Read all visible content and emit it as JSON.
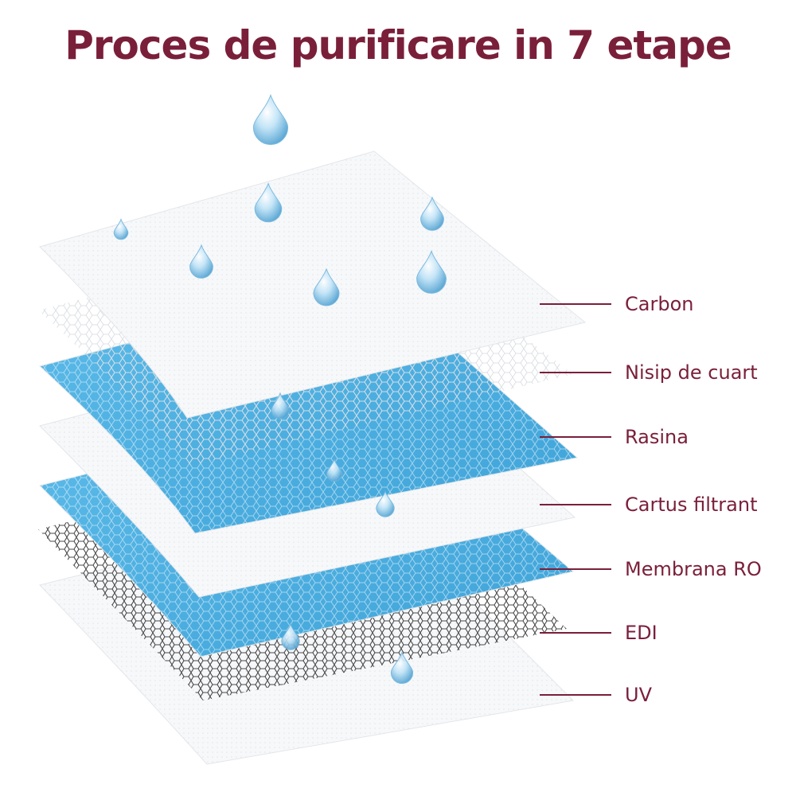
{
  "title": "Proces de purificare in 7 etape",
  "colors": {
    "accent": "#7a1f3a",
    "blue": "#4fb0e2",
    "white_layer": "#f7f8fa",
    "mesh": "#2b2b2b"
  },
  "layers": [
    {
      "label": "Carbon",
      "kind": "white",
      "icon": "filter-sheet"
    },
    {
      "label": "Nisip de cuart",
      "kind": "mesh-white",
      "icon": "filter-sheet"
    },
    {
      "label": "Rasina",
      "kind": "blue",
      "icon": "filter-sheet"
    },
    {
      "label": "Cartus filtrant",
      "kind": "white",
      "icon": "filter-sheet"
    },
    {
      "label": "Membrana RO",
      "kind": "blue",
      "icon": "filter-sheet"
    },
    {
      "label": "EDI",
      "kind": "mesh-dark",
      "icon": "filter-sheet"
    },
    {
      "label": "UV",
      "kind": "white",
      "icon": "filter-sheet"
    }
  ],
  "droplet_icon": "water-drop-icon"
}
